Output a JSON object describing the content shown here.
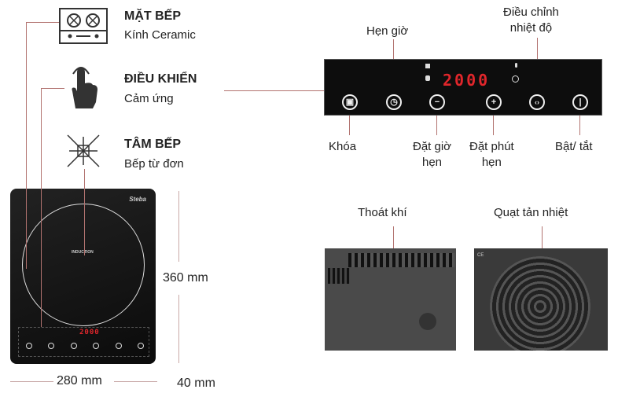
{
  "features": [
    {
      "title": "MẶT BẾP",
      "subtitle": "Kính Ceramic",
      "icon": "stove-icon"
    },
    {
      "title": "ĐIỀU KHIỂN",
      "subtitle": "Cảm ứng",
      "icon": "touch-hand-icon"
    },
    {
      "title": "TÂM BẾP",
      "subtitle": "Bếp từ đơn",
      "icon": "induction-cross-icon"
    }
  ],
  "cooktop": {
    "brand": "Steba",
    "center_text": "INDUCTION",
    "display": "2000"
  },
  "dimensions": {
    "height": "360 mm",
    "width": "280 mm",
    "depth": "40 mm"
  },
  "control_panel": {
    "display": "2000",
    "top_labels": {
      "timer": "Hẹn giờ",
      "temp_line1": "Điều chỉnh",
      "temp_line2": "nhiệt độ"
    },
    "bottom_labels": {
      "lock": "Khóa",
      "hour_line1": "Đặt giờ",
      "hour_line2": "hẹn",
      "minute_line1": "Đặt phút",
      "minute_line2": "hẹn",
      "power": "Bật/ tắt"
    }
  },
  "photos": {
    "vent": "Thoát khí",
    "fan": "Quạt tản nhiệt",
    "ce_mark": "CE"
  },
  "colors": {
    "leader_line": "#b27370",
    "display_red": "#e0262b"
  }
}
